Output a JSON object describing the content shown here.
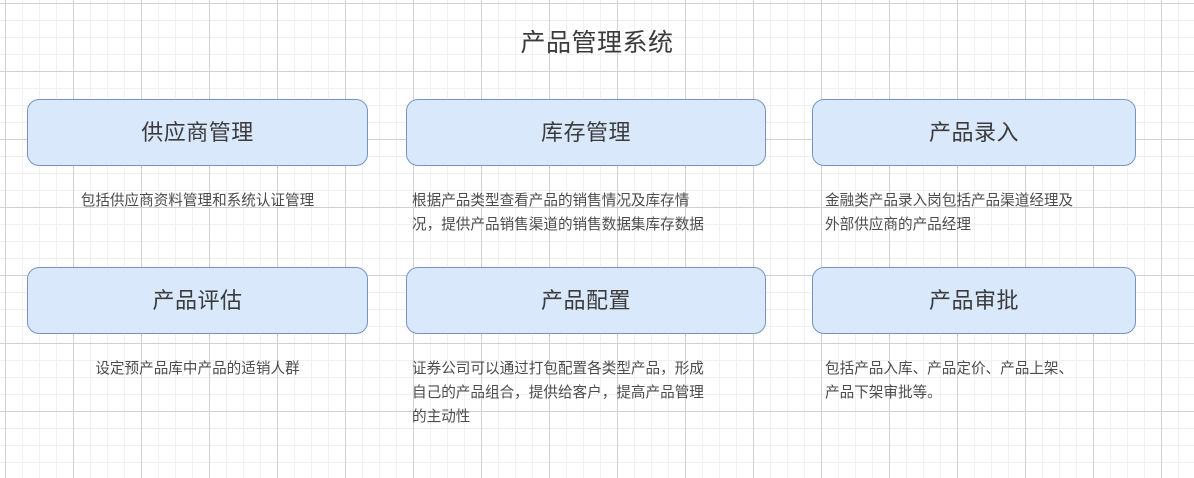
{
  "page": {
    "title": "产品管理系统",
    "background": "#ffffff",
    "grid_minor_color": "#f0f0f0",
    "grid_major_color": "#d0d0d0",
    "card_fill": "#dae8fc",
    "card_border": "#7693c4",
    "text_color": "#3b3b3b"
  },
  "modules": [
    {
      "id": "supplier-management",
      "title": "供应商管理",
      "description": "包括供应商资料管理和系统认证管理",
      "align": "centered"
    },
    {
      "id": "inventory-management",
      "title": "库存管理",
      "description": "根据产品类型查看产品的销售情况及库存情\n况，提供产品销售渠道的销售数据集库存数据",
      "align": "left"
    },
    {
      "id": "product-entry",
      "title": "产品录入",
      "description": "金融类产品录入岗包括产品渠道经理及\n外部供应商的产品经理",
      "align": "left"
    },
    {
      "id": "product-evaluation",
      "title": "产品评估",
      "description": "设定预产品库中产品的适销人群",
      "align": "centered"
    },
    {
      "id": "product-configuration",
      "title": "产品配置",
      "description": "证券公司可以通过打包配置各类型产品，形成\n自己的产品组合，提供给客户，提高产品管理\n的主动性",
      "align": "left"
    },
    {
      "id": "product-approval",
      "title": "产品审批",
      "description": "包括产品入库、产品定价、产品上架、\n产品下架审批等。",
      "align": "left"
    }
  ]
}
